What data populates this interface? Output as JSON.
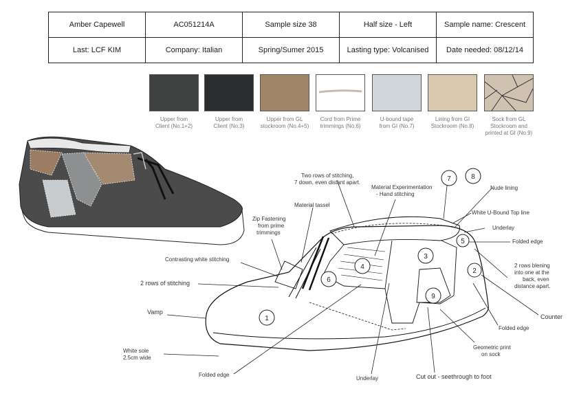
{
  "spec": {
    "row1": [
      "Amber Capewell",
      "AC051214A",
      "Sample size 38",
      "Half size - Left",
      "Sample name: Crescent"
    ],
    "row2": [
      "Last: LCF KIM",
      "Company: Italian",
      "Spring/Sumer 2015",
      "Lasting type: Volcanised",
      "Date needed: 08/12/14"
    ]
  },
  "materials": [
    {
      "line1": "Upper from",
      "line2": "Client (No.1+2)",
      "line3": "",
      "color": "#3d4140",
      "icon": "dark-leather-swatch"
    },
    {
      "line1": "Upper from",
      "line2": "Client (No.3)",
      "line3": "",
      "color": "#2b2d30",
      "icon": "black-leather-swatch"
    },
    {
      "line1": "Upper from GL",
      "line2": "stockroom (No.4+5)",
      "line3": "",
      "color": "#a08566",
      "icon": "tan-leather-swatch"
    },
    {
      "line1": "Cord from Prime",
      "line2": "trimmings (No.6)",
      "line3": "",
      "color": "#ffffff",
      "icon": "cord-swatch"
    },
    {
      "line1": "U-bound tape",
      "line2": "from GI (No.7)",
      "line3": "",
      "color": "#cfd6dc",
      "icon": "tape-swatch"
    },
    {
      "line1": "Lining from GI",
      "line2": "Stockroom (No.8)",
      "line3": "",
      "color": "#d9c8ae",
      "icon": "lining-swatch"
    },
    {
      "line1": "Sock from GL",
      "line2": "Stockroom and",
      "line3": "printed at GI (No.9)",
      "color": "#cfc2b1",
      "icon": "geometric-sock-swatch"
    }
  ],
  "labels": {
    "two_rows_top_1": "Two rows of stitching,",
    "two_rows_top_2": "7 down, even distant apart.",
    "material_exp_1": "Material Experimentation",
    "material_exp_2": "- Hand stitching",
    "material_tassel": "Material tassel",
    "zip_1": "Zip Fastening",
    "zip_2": "from prime",
    "zip_3": "trimmings",
    "contrasting": "Contrasting white stitching",
    "two_rows_side": "2 rows of stitching",
    "vamp": "Vamp",
    "sole_1": "White sole",
    "sole_2": "2.5cm wide",
    "folded_edge_bottom": "Folded edge",
    "underlay_bottom": "Underlay",
    "cutout": "Cut out - seethrough to foot",
    "geo_1": "Geometric print",
    "geo_2": "on sock",
    "folded_edge_right": "Folded edge",
    "counter": "Counter",
    "back_rows_1": "2 rows blening",
    "back_rows_2": "into one at the",
    "back_rows_3": "back, even",
    "back_rows_4": "distance apart.",
    "folded_edge_top": "Folded edge",
    "underlay_top": "Underlay",
    "ubound": "White U-Bound Top line",
    "nude_lining": "Nude lining"
  },
  "part_numbers": [
    "1",
    "2",
    "3",
    "4",
    "5",
    "6",
    "7",
    "8",
    "9"
  ]
}
